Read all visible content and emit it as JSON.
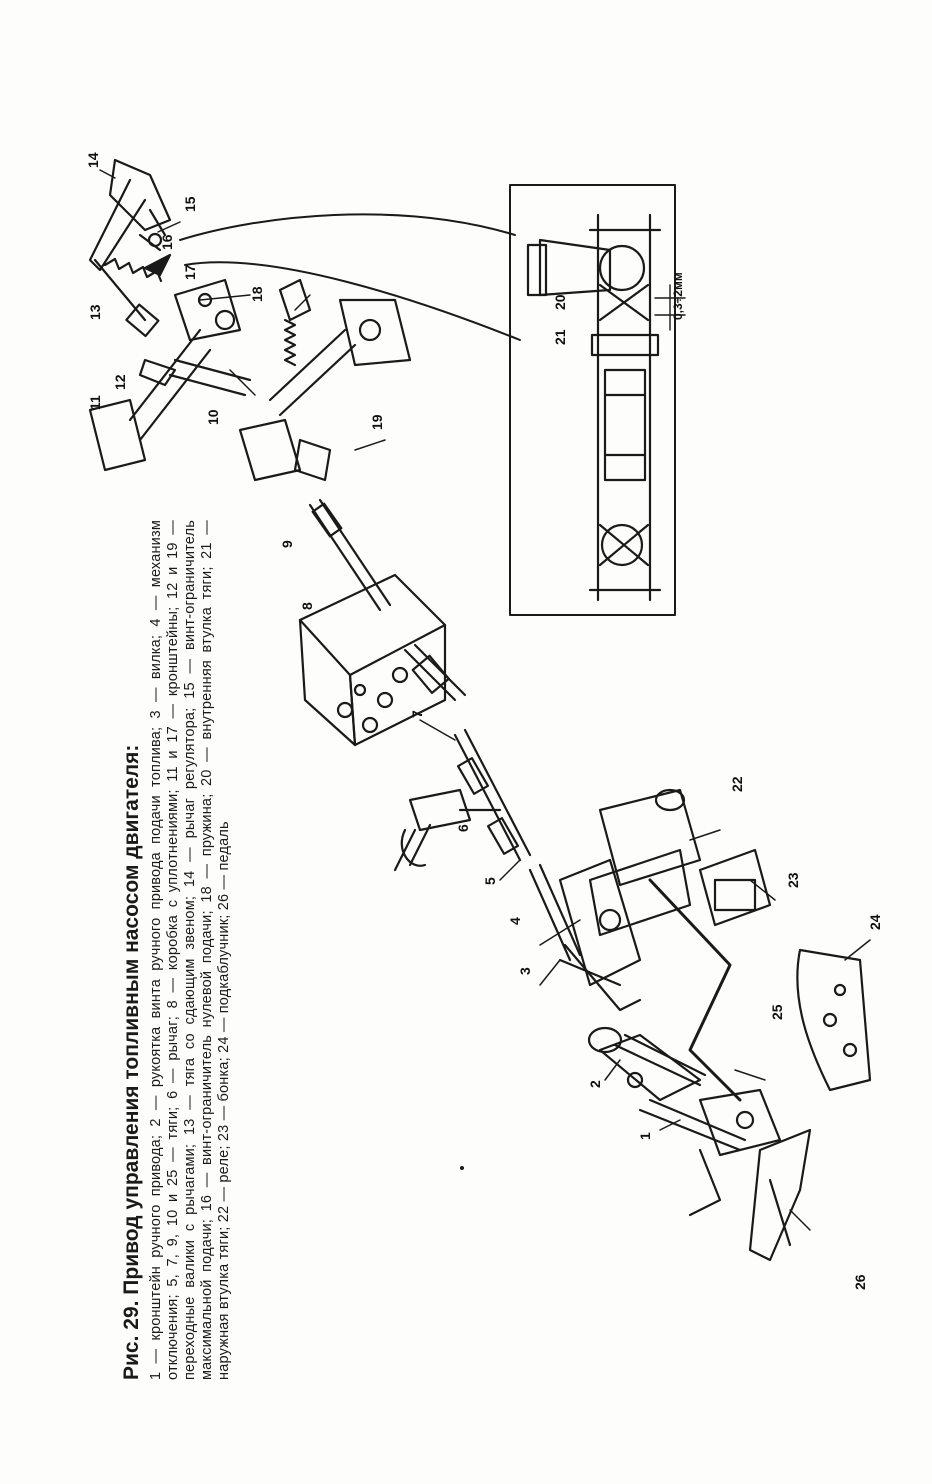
{
  "figure": {
    "title": "Рис. 29. Привод управления топливным насосом двигателя:",
    "legend_text": "1 — кронштейн ручного привода; 2 — рукоятка винта ручного привода подачи топлива; 3 — вилка; 4 — механизм отключения; 5, 7, 9, 10 и 25 — тяги; 6 — рычаг; 8 — коробка с уплотнениями; 11 и 17 — кронштейны; 12 и 19 — переходные валики с рычагами; 13 — тяга со сдающим звеном; 14 — рычаг регулятора; 15 — винт-ограничитель максимальной подачи; 16 — винт-ограничитель нулевой подачи; 18 — пружина; 20 — внутренняя втулка тяги; 21 — наружная втулка тяги; 22 — реле; 23 — бонка; 24 — подкаблучник; 26 — педаль"
  },
  "labels": {
    "n1": "1",
    "n2": "2",
    "n3": "3",
    "n4": "4",
    "n5": "5",
    "n6": "6",
    "n7": "7",
    "n8": "8",
    "n9": "9",
    "n10": "10",
    "n11": "11",
    "n12": "12",
    "n13": "13",
    "n14": "14",
    "n15": "15",
    "n16": "16",
    "n17": "17",
    "n18": "18",
    "n19": "19",
    "n20": "20",
    "n21": "21",
    "n22": "22",
    "n23": "23",
    "n24": "24",
    "n25": "25",
    "n26": "26",
    "gap": "0,3÷2мм"
  }
}
